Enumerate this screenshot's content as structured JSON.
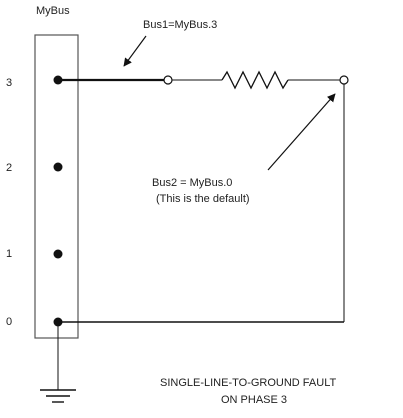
{
  "bus": {
    "name": "MyBus",
    "phase_labels": [
      "3",
      "2",
      "1",
      "0"
    ]
  },
  "annotations": {
    "bus1": "Bus1=MyBus.3",
    "bus2_line1": "Bus2 = MyBus.0",
    "bus2_line2": "(This is the default)"
  },
  "caption": {
    "line1": "SINGLE-LINE-TO-GROUND FAULT",
    "line2": "ON PHASE 3"
  },
  "colors": {
    "line": "#111111",
    "box": "#555555",
    "text": "#222222"
  }
}
